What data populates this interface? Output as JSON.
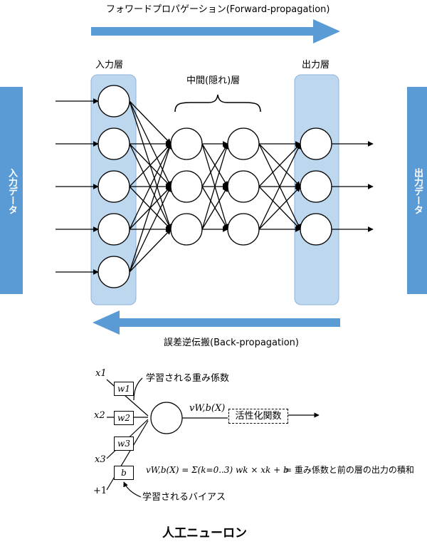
{
  "header": {
    "forward_label": "フォワードプロパゲーション(Forward-propagation)",
    "backward_label": "誤差逆伝搬(Back-propagation)"
  },
  "layers": {
    "input_label": "入力層",
    "hidden_label": "中間(隠れ)層",
    "output_label": "出力層"
  },
  "side": {
    "input_data": "入力データ",
    "output_data": "出力データ"
  },
  "network": {
    "input_nodes": 5,
    "hidden_layers": 2,
    "hidden_nodes": 3,
    "output_nodes": 3
  },
  "colors": {
    "arrow_blue": "#5b9bd5",
    "layer_fill": "#bdd7ee",
    "layer_stroke": "#8fb4d9"
  },
  "neuron": {
    "inputs": [
      "x1",
      "x2",
      "x3",
      "+1"
    ],
    "weights": [
      "w1",
      "w2",
      "w3",
      "b"
    ],
    "weight_note": "学習される重み係数",
    "bias_note": "学習されるバイアス",
    "output_fn": "vW,b(X)",
    "activation_label": "活性化関数",
    "formula": "vW,b(X) = Σ(k=0..3) wk × xk + b",
    "formula_note": "= 重み係数と前の層の出力の積和"
  },
  "caption": "人工ニューロン"
}
